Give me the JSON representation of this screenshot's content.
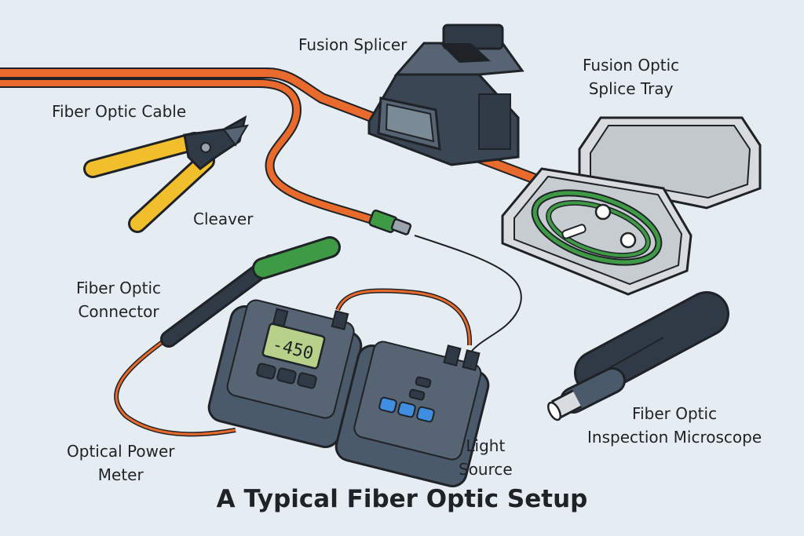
{
  "title": "A Typical Fiber Optic Setup",
  "labels": {
    "fusion_splicer": "Fusion Splicer",
    "splice_tray_line1": "Fusion Optic",
    "splice_tray_line2": "Splice Tray",
    "fiber_cable": "Fiber Optic Cable",
    "cleaver": "Cleaver",
    "connector_line1": "Fiber Optic",
    "connector_line2": "Connector",
    "power_meter_line1": "Optical Power",
    "power_meter_line2": "Meter",
    "light_source_line1": "Light",
    "light_source_line2": "Source",
    "microscope_line1": "Fiber Optic",
    "microscope_line2": "Inspection Microscope"
  },
  "meter_reading": "-450",
  "colors": {
    "background": "#e6edf2",
    "cable": "#e86a2c",
    "device_body": "#4b5a6b",
    "device_dark": "#2f3a46",
    "screen": "#b7d08a",
    "connector_green": "#3f9a45",
    "cleaver_yellow": "#f2bf2c",
    "tray_fiber": "#3f9a45",
    "light_source_buttons": "#3f8ee0"
  },
  "icons": [
    "fusion-splicer-icon",
    "splice-tray-icon",
    "cleaver-icon",
    "fiber-connector-icon",
    "power-meter-icon",
    "light-source-icon",
    "inspection-microscope-icon",
    "fiber-cable-icon"
  ]
}
